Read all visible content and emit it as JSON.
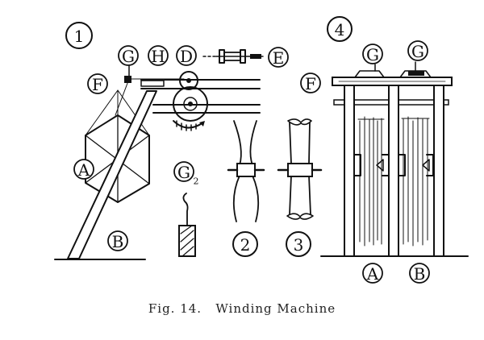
{
  "caption": "Fig. 14.   Winding Machine",
  "labels": {
    "panel_1": "1",
    "panel_2": "2",
    "panel_3": "3",
    "panel_4": "4",
    "g": "G",
    "h": "H",
    "d": "D",
    "e": "E",
    "f": "F",
    "a": "A",
    "b": "B",
    "g2": "G",
    "g2_sub": "2",
    "p4_g1": "G",
    "p4_g2": "G",
    "p4_f": "F",
    "p4_a": "A",
    "p4_b": "B"
  }
}
